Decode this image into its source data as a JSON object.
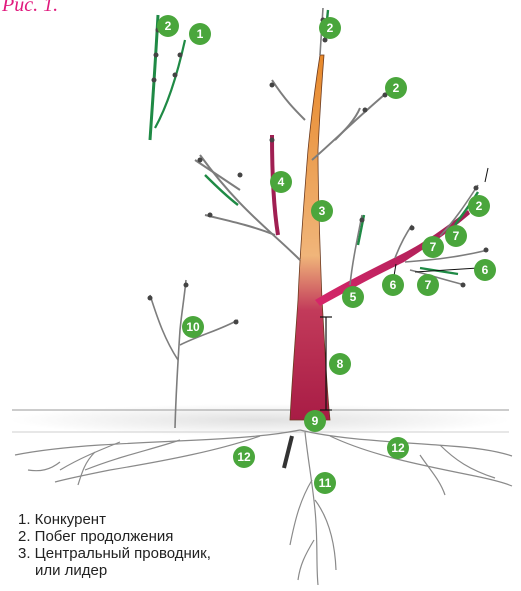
{
  "figure": {
    "title": "Рис. 1.",
    "colors": {
      "badge": "#4aa63c",
      "trunk_orange": "#e8892b",
      "trunk_red": "#b0204f",
      "branch_pink": "#d7266a",
      "shoot_green": "#1f8a45",
      "title_magenta": "#e0197d"
    }
  },
  "badges": [
    {
      "id": "b1",
      "label": "1"
    },
    {
      "id": "b2a",
      "label": "2"
    },
    {
      "id": "b2b",
      "label": "2"
    },
    {
      "id": "b2c",
      "label": "2"
    },
    {
      "id": "b2d",
      "label": "2"
    },
    {
      "id": "b3",
      "label": "3"
    },
    {
      "id": "b4",
      "label": "4"
    },
    {
      "id": "b5",
      "label": "5"
    },
    {
      "id": "b6a",
      "label": "6"
    },
    {
      "id": "b6b",
      "label": "6"
    },
    {
      "id": "b7a",
      "label": "7"
    },
    {
      "id": "b7b",
      "label": "7"
    },
    {
      "id": "b7c",
      "label": "7"
    },
    {
      "id": "b8",
      "label": "8"
    },
    {
      "id": "b9",
      "label": "9"
    },
    {
      "id": "b10",
      "label": "10"
    },
    {
      "id": "b11",
      "label": "11"
    },
    {
      "id": "b12a",
      "label": "12"
    },
    {
      "id": "b12b",
      "label": "12"
    }
  ],
  "legend": {
    "items": [
      "1. Конкурент",
      "2. Побег продолжения",
      "3. Центральный проводник,",
      "или лидер"
    ]
  }
}
